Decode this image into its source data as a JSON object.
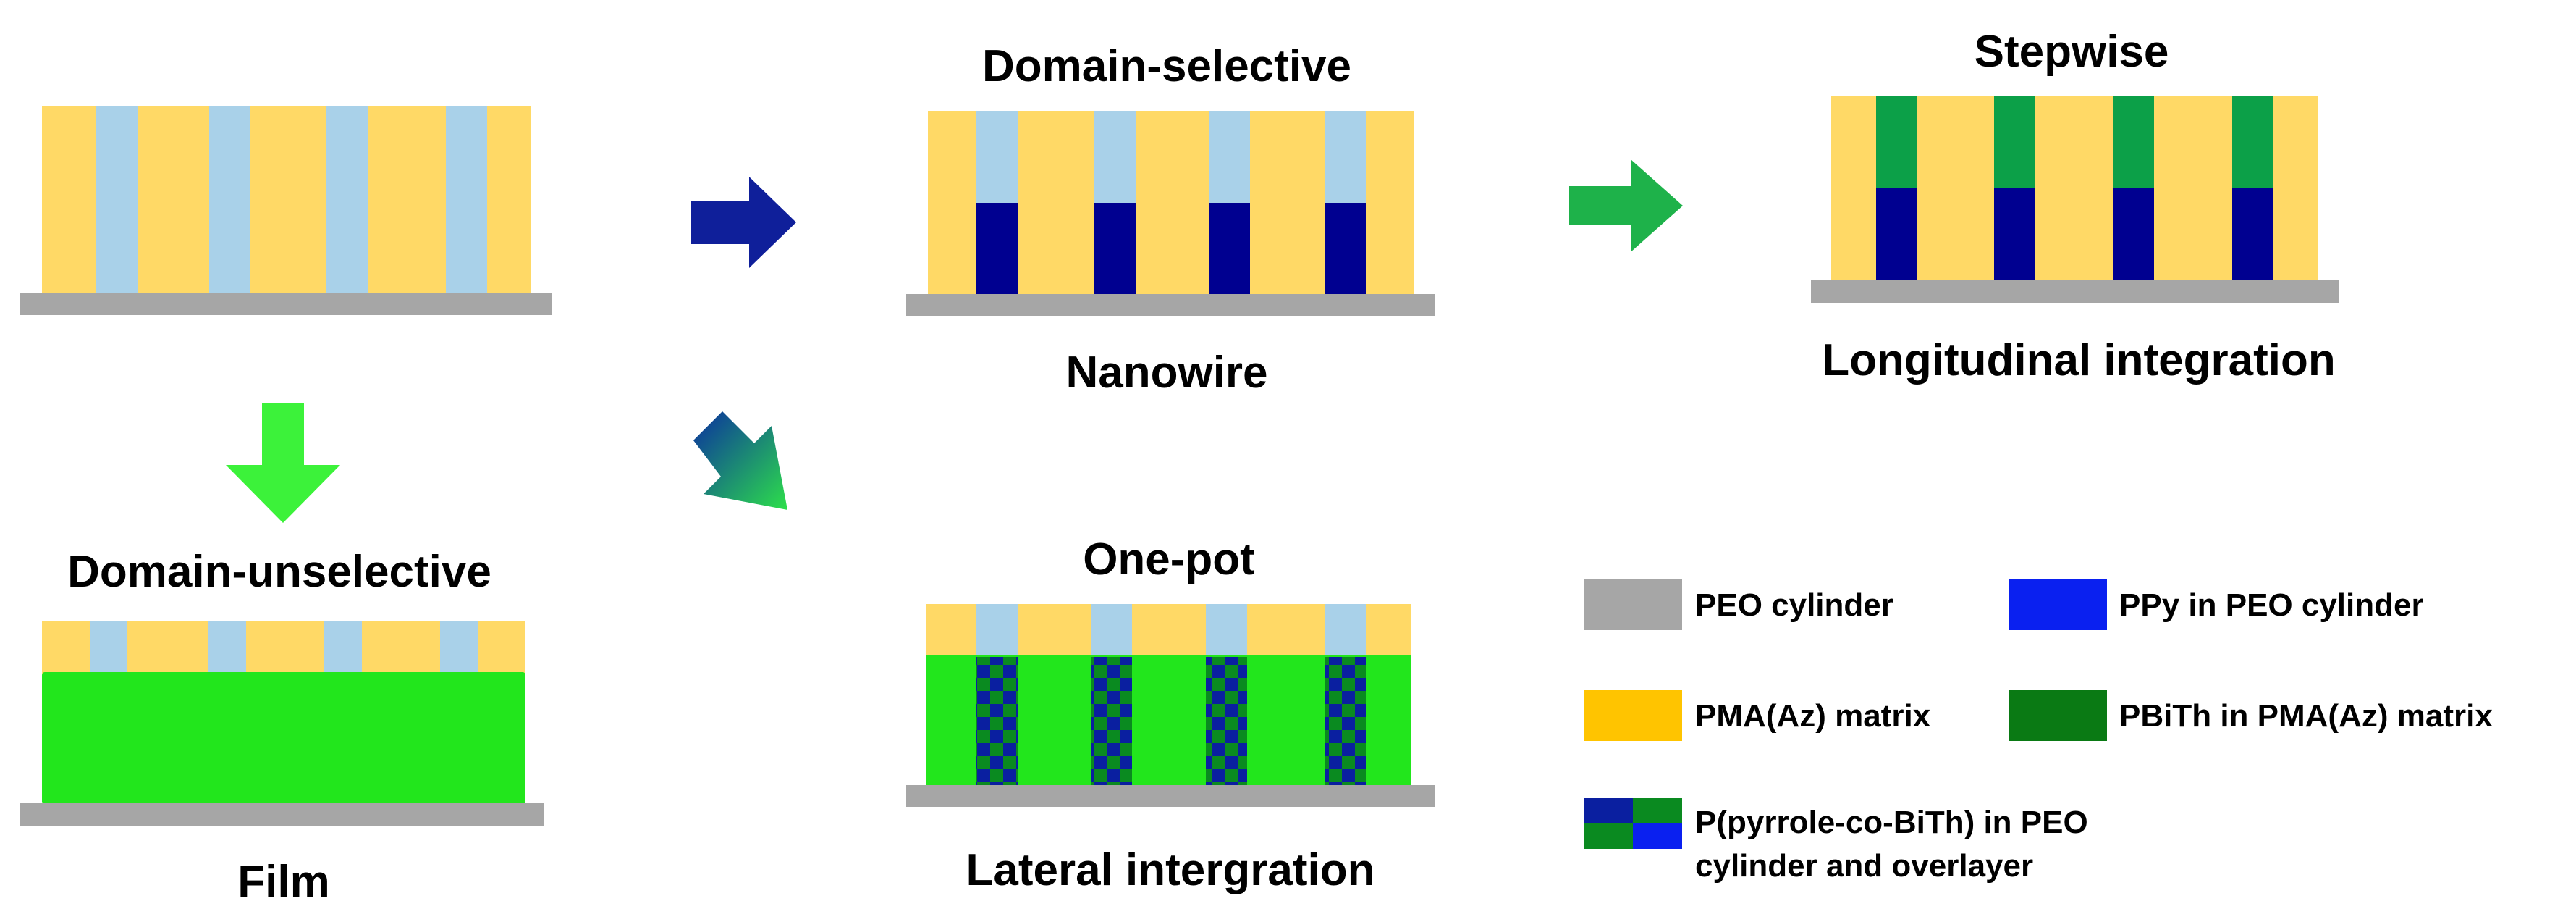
{
  "labels": {
    "domain_selective": "Domain-selective",
    "nanowire": "Nanowire",
    "stepwise": "Stepwise",
    "longitudinal": "Longitudinal integration",
    "domain_unselective": "Domain-unselective",
    "film": "Film",
    "one_pot": "One-pot",
    "lateral": "Lateral intergration"
  },
  "legend": {
    "substrate": "PEO cylinder",
    "ppy": "PPy in PEO cylinder",
    "matrix": "PMA(Az) matrix",
    "pbith": "PBiTh in PMA(Az) matrix",
    "copolymer_line1": "P(pyrrole-co-BiTh) in PEO",
    "copolymer_line2": "cylinder and overlayer"
  },
  "colors": {
    "matrix": "#FFD966",
    "cylinder": "#A9D1E9",
    "substrate": "#A6A6A6",
    "ppy": "#000090",
    "ppy_legend": "#0A20F0",
    "pbith_step": "#0CA048",
    "pbith_legend": "#0A7A14",
    "film": "#22E61C",
    "arrow_blue": "#0F1F9A",
    "arrow_green": "#1EB24A",
    "arrow_lightgreen": "#3CF23A"
  }
}
